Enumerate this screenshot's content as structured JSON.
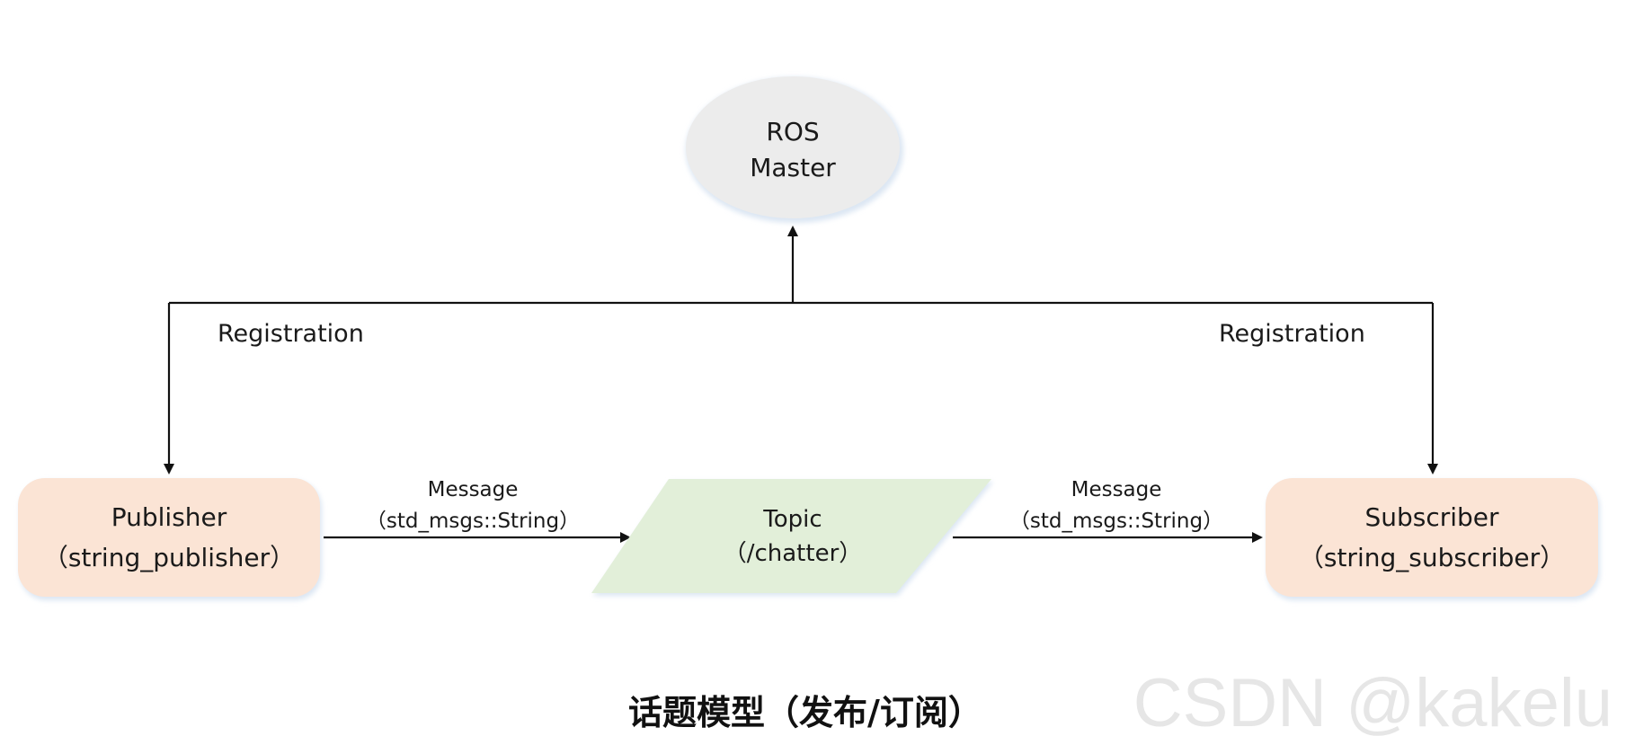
{
  "nodes": {
    "master": {
      "line1": "ROS",
      "line2": "Master"
    },
    "publisher": {
      "line1": "Publisher",
      "line2": "（string_publisher）"
    },
    "topic": {
      "line1": "Topic",
      "line2": "（/chatter）"
    },
    "subscriber": {
      "line1": "Subscriber",
      "line2": "（string_subscriber）"
    }
  },
  "edges": {
    "pub_registration": "Registration",
    "sub_registration": "Registration",
    "pub_to_topic": {
      "line1": "Message",
      "line2": "（std_msgs::String）"
    },
    "topic_to_sub": {
      "line1": "Message",
      "line2": "（std_msgs::String）"
    }
  },
  "caption": "话题模型（发布/订阅）",
  "watermark": "CSDN @kakelu",
  "colors": {
    "master_fill": "#ececec",
    "master_glow": "#dbe6f3",
    "node_fill": "#fbe4d5",
    "topic_fill": "#e2efd9",
    "line": "#111111"
  }
}
